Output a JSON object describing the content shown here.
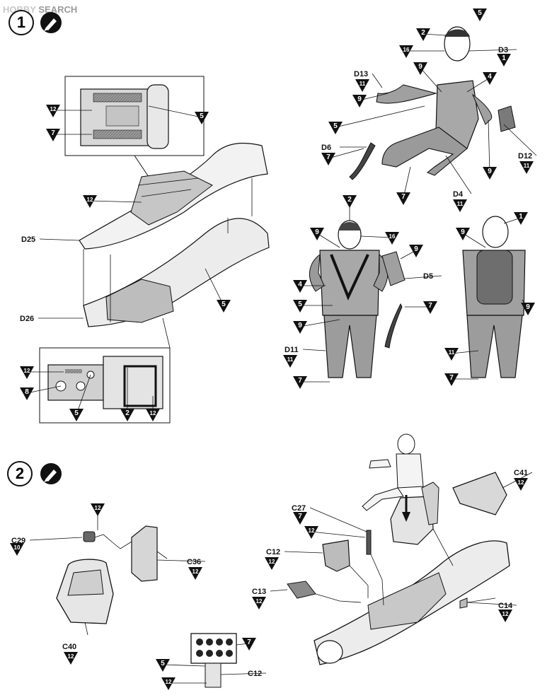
{
  "watermark": {
    "brand": "HOBBY",
    "word": "SEARCH"
  },
  "steps": [
    {
      "number": "1"
    },
    {
      "number": "2"
    }
  ],
  "parts": {
    "d3": "D3",
    "d4": "D4",
    "d5": "D5",
    "d6": "D6",
    "d11": "D11",
    "d12": "D12",
    "d13": "D13",
    "d25": "D25",
    "d26": "D26",
    "c12a": "C12",
    "c12b": "C12",
    "c13": "C13",
    "c14": "C14",
    "c27": "C27",
    "c29": "C29",
    "c36": "C36",
    "c40": "C40",
    "c41": "C41"
  },
  "colors": {
    "n1": "1",
    "n2": "2",
    "n4": "4",
    "n5": "5",
    "n7": "7",
    "n8": "8",
    "n9": "9",
    "n10": "10",
    "n11": "11",
    "n12": "12",
    "n16": "16"
  },
  "icons": {
    "paint": "paint-brush-icon",
    "color_marker": "triangle-marker-icon"
  }
}
